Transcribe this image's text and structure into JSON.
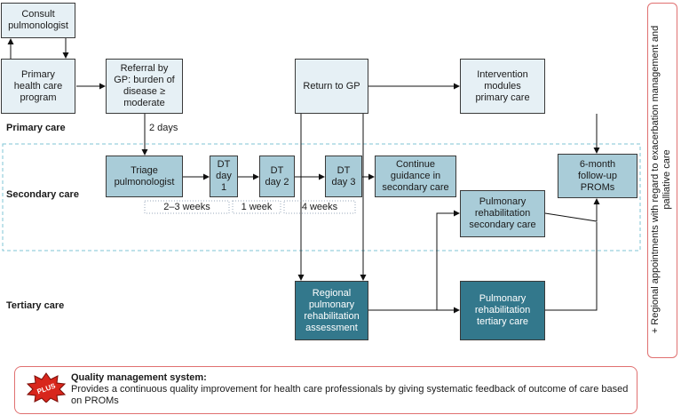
{
  "boxes": {
    "consult": "Consult\npulmonologist",
    "primary_program": "Primary\nhealth care\nprogram",
    "referral": "Referral by\nGP: burden of\ndisease ≥\nmoderate",
    "return_gp": "Return to GP",
    "intervention": "Intervention\nmodules\nprimary care",
    "triage": "Triage\npulmonologist",
    "dt1": "DT\nday 1",
    "dt2": "DT\nday 2",
    "dt3": "DT\nday 3",
    "continue": "Continue\nguidance in\nsecondary care",
    "followup": "6-month\nfollow-up\nPROMs",
    "rehab_secondary": "Pulmonary\nrehabilitation\nsecondary care",
    "regional_assessment": "Regional\npulmonary\nrehabilitation\nassessment",
    "rehab_tertiary": "Pulmonary\nrehabilitation\ntertiary care"
  },
  "levels": {
    "primary": "Primary care",
    "secondary": "Secondary care",
    "tertiary": "Tertiary care"
  },
  "durations": {
    "referral_to_triage": "2 days",
    "triage_to_dt1": "2–3 weeks",
    "dt1_to_dt2": "1 week",
    "dt2_to_dt3": "4 weeks"
  },
  "side_note": "+ Regional appointments with regard to exacerbation management and palliative care",
  "quality": {
    "badge": "PLUS",
    "title": "Quality management system:",
    "body": "Provides a continuous quality improvement for health care professionals by giving systematic feedback of outcome of care based on PROMs"
  },
  "colors": {
    "light_box": "#e6f0f5",
    "mid_box": "#a9ccd8",
    "dark_box": "#33788c",
    "border_red": "#e07070",
    "badge_red": "#d8261c"
  }
}
